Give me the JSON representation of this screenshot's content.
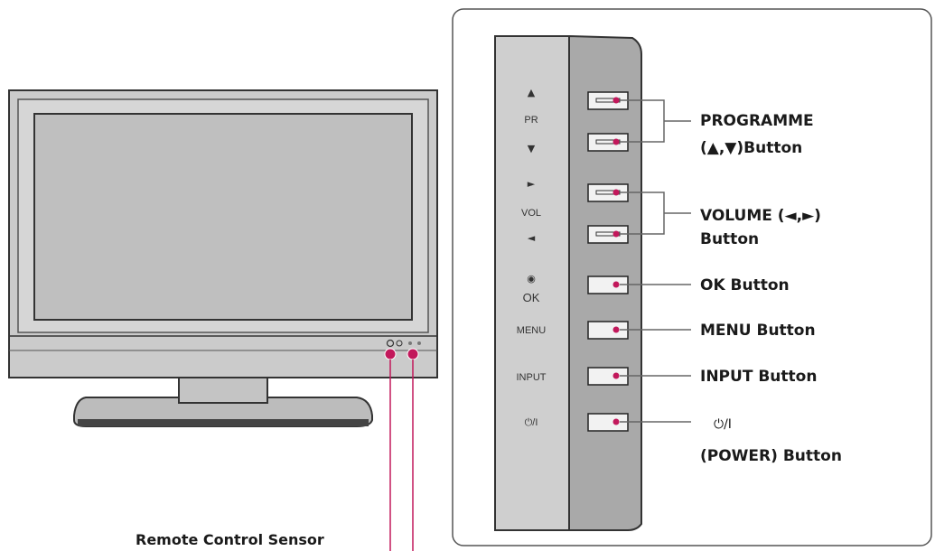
{
  "labels": {
    "programme_line1": "PROGRAMME",
    "programme_line2": "(▲,▼)Button",
    "volume_line1": "VOLUME (◄,►)",
    "volume_line2": "Button",
    "ok": "OK Button",
    "menu": "MENU Button",
    "input": "INPUT Button",
    "power_symbol": "⏻/I",
    "power_line2": "(POWER) Button",
    "remote_sensor": "Remote Control Sensor"
  },
  "side_panel": {
    "pr_up": "▲",
    "pr": "PR",
    "pr_down": "▼",
    "vol_up": "►",
    "vol": "VOL",
    "vol_down": "◄",
    "ok_symbol": "◉",
    "ok": "OK",
    "menu": "MENU",
    "input": "INPUT",
    "power": "⏻/I"
  },
  "colors": {
    "leader": "#c2185b",
    "dot": "#c2185b",
    "tv_body": "#c9c9c9",
    "tv_screen": "#bdbdbd",
    "panel_light": "#cfcfcf",
    "panel_dark": "#a8a8a8"
  }
}
